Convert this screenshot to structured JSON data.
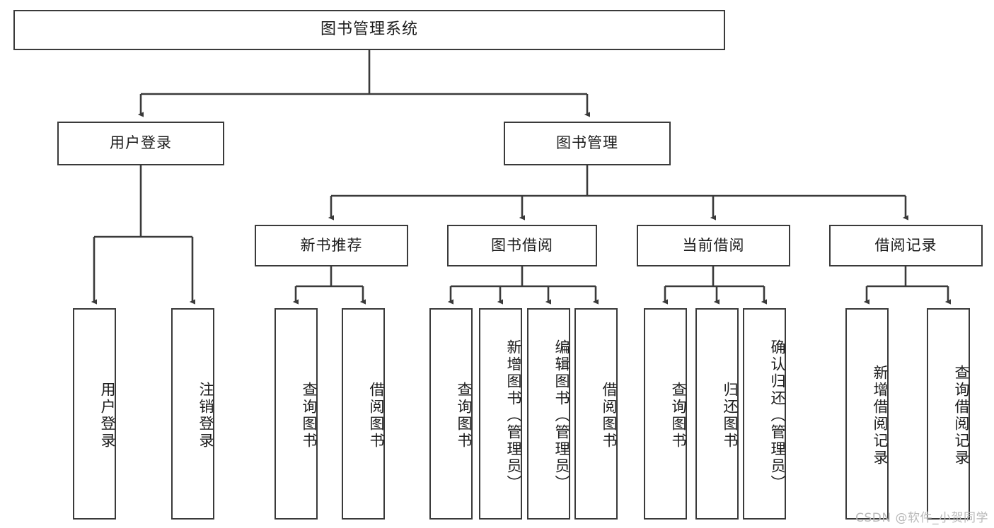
{
  "diagram": {
    "title": "图书管理系统",
    "type": "tree-hierarchy-chart",
    "watermark": "CSDN @软件_小贺同学",
    "colors": {
      "box_border": "#3a3a3a",
      "box_fill": "#ffffff",
      "line": "#3a3a3a",
      "text": "#1c1c1c",
      "watermark": "#b9b9b9"
    },
    "root": {
      "label": "图书管理系统"
    },
    "level2": [
      {
        "label": "用户登录"
      },
      {
        "label": "图书管理"
      }
    ],
    "level3": [
      {
        "label": "新书推荐"
      },
      {
        "label": "图书借阅"
      },
      {
        "label": "当前借阅"
      },
      {
        "label": "借阅记录"
      }
    ],
    "leaves": {
      "user_login": [
        {
          "label": "用户登录"
        },
        {
          "label": "注销登录"
        }
      ],
      "new_book_recommend": [
        {
          "label": "查询图书"
        },
        {
          "label": "借阅图书"
        }
      ],
      "book_borrow": [
        {
          "label": "查询图书"
        },
        {
          "label": "新增图书（管理员）"
        },
        {
          "label": "编辑图书（管理员）"
        },
        {
          "label": "借阅图书"
        }
      ],
      "current_borrow": [
        {
          "label": "查询图书"
        },
        {
          "label": "归还图书"
        },
        {
          "label": "确认归还（管理员）"
        }
      ],
      "borrow_records": [
        {
          "label": "新增借阅记录"
        },
        {
          "label": "查询借阅记录"
        }
      ]
    }
  }
}
